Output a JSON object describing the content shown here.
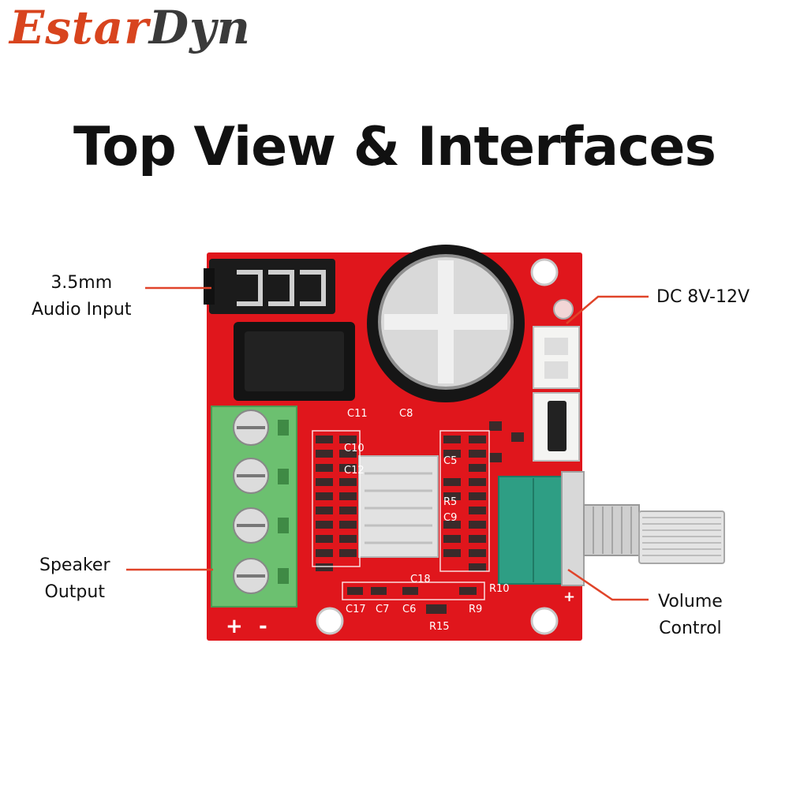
{
  "brand": {
    "part1": "Estar",
    "part2": "Dyn",
    "color_primary": "#d8441e",
    "color_secondary": "#3a3a3a"
  },
  "title": "Top View & Interfaces",
  "callouts": {
    "audio_input": {
      "line1": "3.5mm",
      "line2": "Audio Input"
    },
    "dc_power": {
      "line1": "DC 8V-12V"
    },
    "speaker_output": {
      "line1": "Speaker",
      "line2": "Output"
    },
    "volume_control": {
      "line1": "Volume",
      "line2": "Control"
    }
  },
  "board": {
    "pcb_color": "#e0161c",
    "terminal_color": "#6cc070",
    "pot_color": "#2e9e84",
    "silkscreen": {
      "c17": "C17",
      "c7": "C7",
      "c6": "C6",
      "r15": "R15",
      "r9": "R9",
      "r10": "R10",
      "c10": "C10",
      "c18": "C18",
      "c5": "C5",
      "r5": "R5",
      "c9": "C9",
      "c8": "C8",
      "c11": "C11",
      "c12": "C12",
      "plus": "+",
      "minus": "-",
      "plus_right": "+"
    }
  },
  "callout_line_color": "#e0442a"
}
